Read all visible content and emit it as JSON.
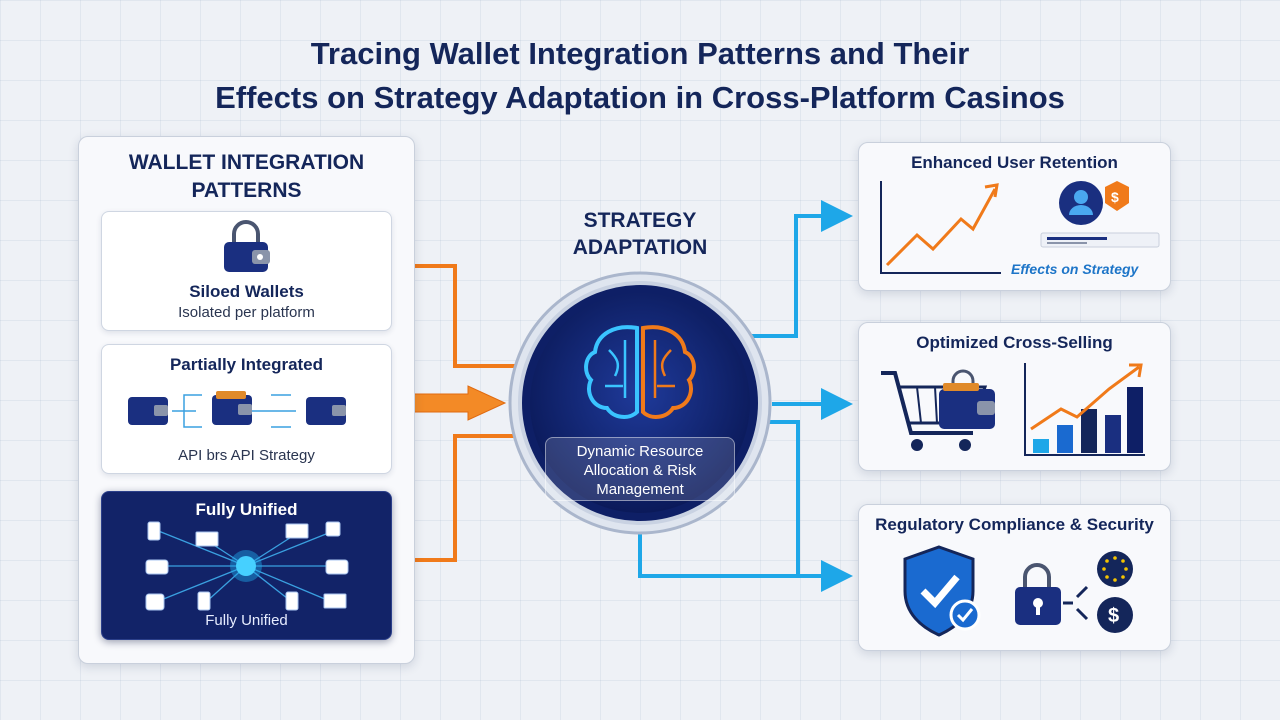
{
  "title": {
    "line1": "Tracing Wallet Integration Patterns and Their",
    "line2": "Effects on Strategy Adaptation in Cross-Platform Casinos"
  },
  "left_panel": {
    "heading_line1": "WALLET INTEGRATION",
    "heading_line2": "PATTERNS",
    "cards": [
      {
        "title": "Siloed Wallets",
        "subtitle": "Isolated per platform",
        "icon": "wallet-lock-icon"
      },
      {
        "title": "Partially Integrated",
        "subtitle": "API brs API Strategy",
        "icon": "connected-wallets-icon"
      },
      {
        "title": "Fully Unified",
        "subtitle": "Fully Unified",
        "icon": "unified-network-icon"
      }
    ]
  },
  "center": {
    "label_line1": "STRATEGY",
    "label_line2": "ADAPTATION",
    "hub_icon": "brain-icon",
    "hub_caption_line1": "Dynamic Resource",
    "hub_caption_line2": "Allocation & Risk",
    "hub_caption_line3": "Management"
  },
  "right_cards": [
    {
      "title": "Enhanced User Retention",
      "caption": "Effects on Strategy",
      "icons": [
        "line-chart-icon",
        "user-dollar-icon"
      ]
    },
    {
      "title": "Optimized Cross-Selling",
      "icons": [
        "cart-wallet-icon",
        "bar-chart-icon"
      ]
    },
    {
      "title": "Regulatory Compliance & Security",
      "icons": [
        "shield-check-icon",
        "lock-chain-icon",
        "eu-badge-icon",
        "dollar-badge-icon"
      ]
    }
  ],
  "colors": {
    "navy": "#14265a",
    "orange": "#f07a1a",
    "blue": "#1ea7e8",
    "dark_card": "#122368"
  }
}
